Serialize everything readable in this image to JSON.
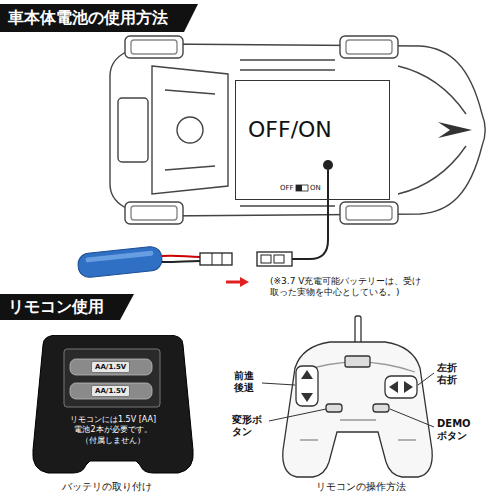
{
  "diagram": {
    "nodes": [
      {
        "text": [
          "車本体電池の使用方法"
        ]
      },
      {
        "text": [
          "OFF/ON"
        ]
      },
      {
        "text": [
          "リモコン使用"
        ]
      },
      {
        "text": [
          "リモコンには1.5V [AA] 電池2本が必要です。 （付属しません）"
        ]
      },
      {
        "text": [
          "AA/1.5V"
        ],
        "in": 3
      },
      {
        "text": [
          "AA/1.5V"
        ],
        "in": 3
      }
    ],
    "labels": [
      "OFF",
      "ON",
      "(※3.7 V充電可能バッテリーは、受け 取った実物を中心としている。)",
      "バッテリの取り付け",
      "前進 後退",
      "変形ボ タン",
      "左折 右折",
      "DEMO ボタン",
      "リモコンの操作方法"
    ]
  }
}
